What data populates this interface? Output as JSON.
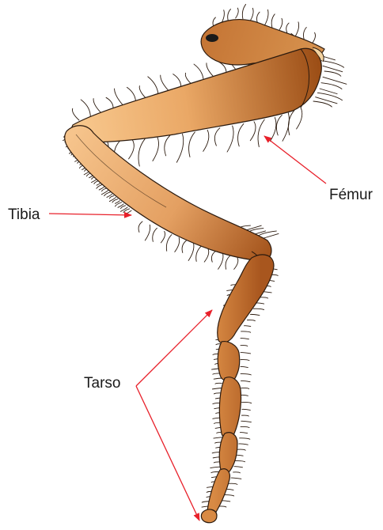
{
  "labels": {
    "femur": "Fémur",
    "tibia": "Tibia",
    "tarso": "Tarso"
  },
  "colors": {
    "arrow": "#e8202a",
    "outline": "#2b1a0e",
    "femur_light": "#f8c98f",
    "femur_dark": "#9a4c14",
    "tibia_light": "#f6c48c",
    "tibia_dark": "#a4541c",
    "tarsus": "#c06a2c",
    "coxa": "#b4642a"
  }
}
